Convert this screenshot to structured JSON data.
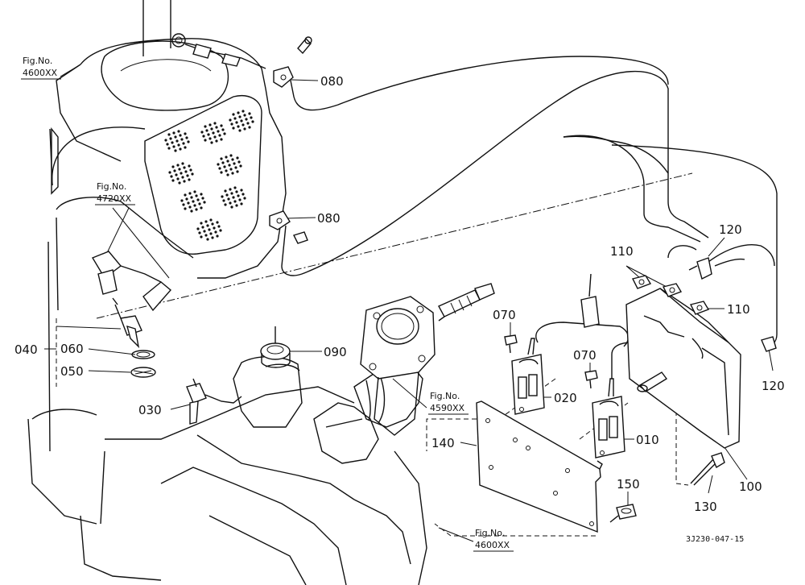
{
  "callouts": {
    "c010": "010",
    "c020": "020",
    "c030": "030",
    "c040": "040",
    "c050": "050",
    "c060": "060",
    "c070a": "070",
    "c070b": "070",
    "c080a": "080",
    "c080b": "080",
    "c090": "090",
    "c100": "100",
    "c110a": "110",
    "c110b": "110",
    "c120a": "120",
    "c120b": "120",
    "c130": "130",
    "c140": "140",
    "c150": "150"
  },
  "figure_refs": {
    "ref1": {
      "prefix": "Fig.No.",
      "number": "4600XX"
    },
    "ref2": {
      "prefix": "Fig.No.",
      "number": "4720XX"
    },
    "ref3": {
      "prefix": "Fig.No.",
      "number": "4590XX"
    },
    "ref4": {
      "prefix": "Fig.No.",
      "number": "4600XX"
    }
  },
  "drawing_code": "3J230-047-15"
}
